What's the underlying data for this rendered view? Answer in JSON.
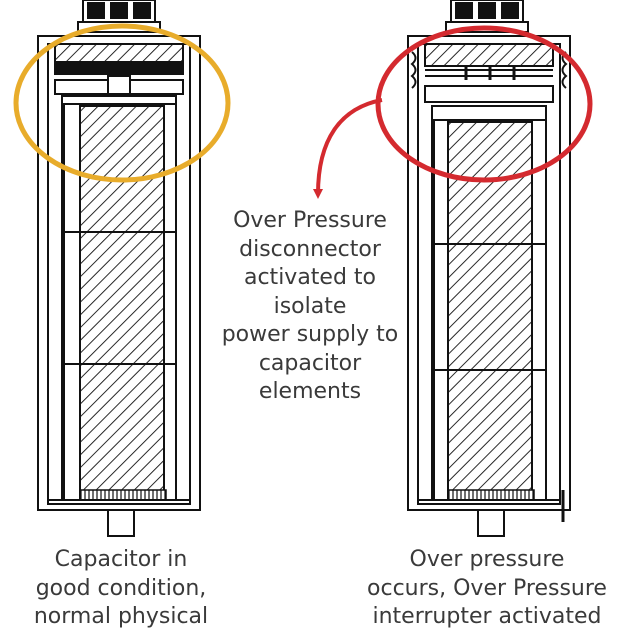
{
  "annotation": {
    "text": "Over Pressure\ndisconnector\nactivated to\nisolate\npower supply to\ncapacitor\nelements",
    "arrow_color": "#d42a2f"
  },
  "left_capacitor": {
    "caption": "Capacitor in\ngood condition,\nnormal physical",
    "highlight_color": "#e8ac2b"
  },
  "right_capacitor": {
    "caption": "Over pressure\noccurs, Over Pressure\ninterrupter activated",
    "highlight_color": "#d42a2f"
  },
  "colors": {
    "line": "#111111",
    "text": "#3a3a3a"
  }
}
